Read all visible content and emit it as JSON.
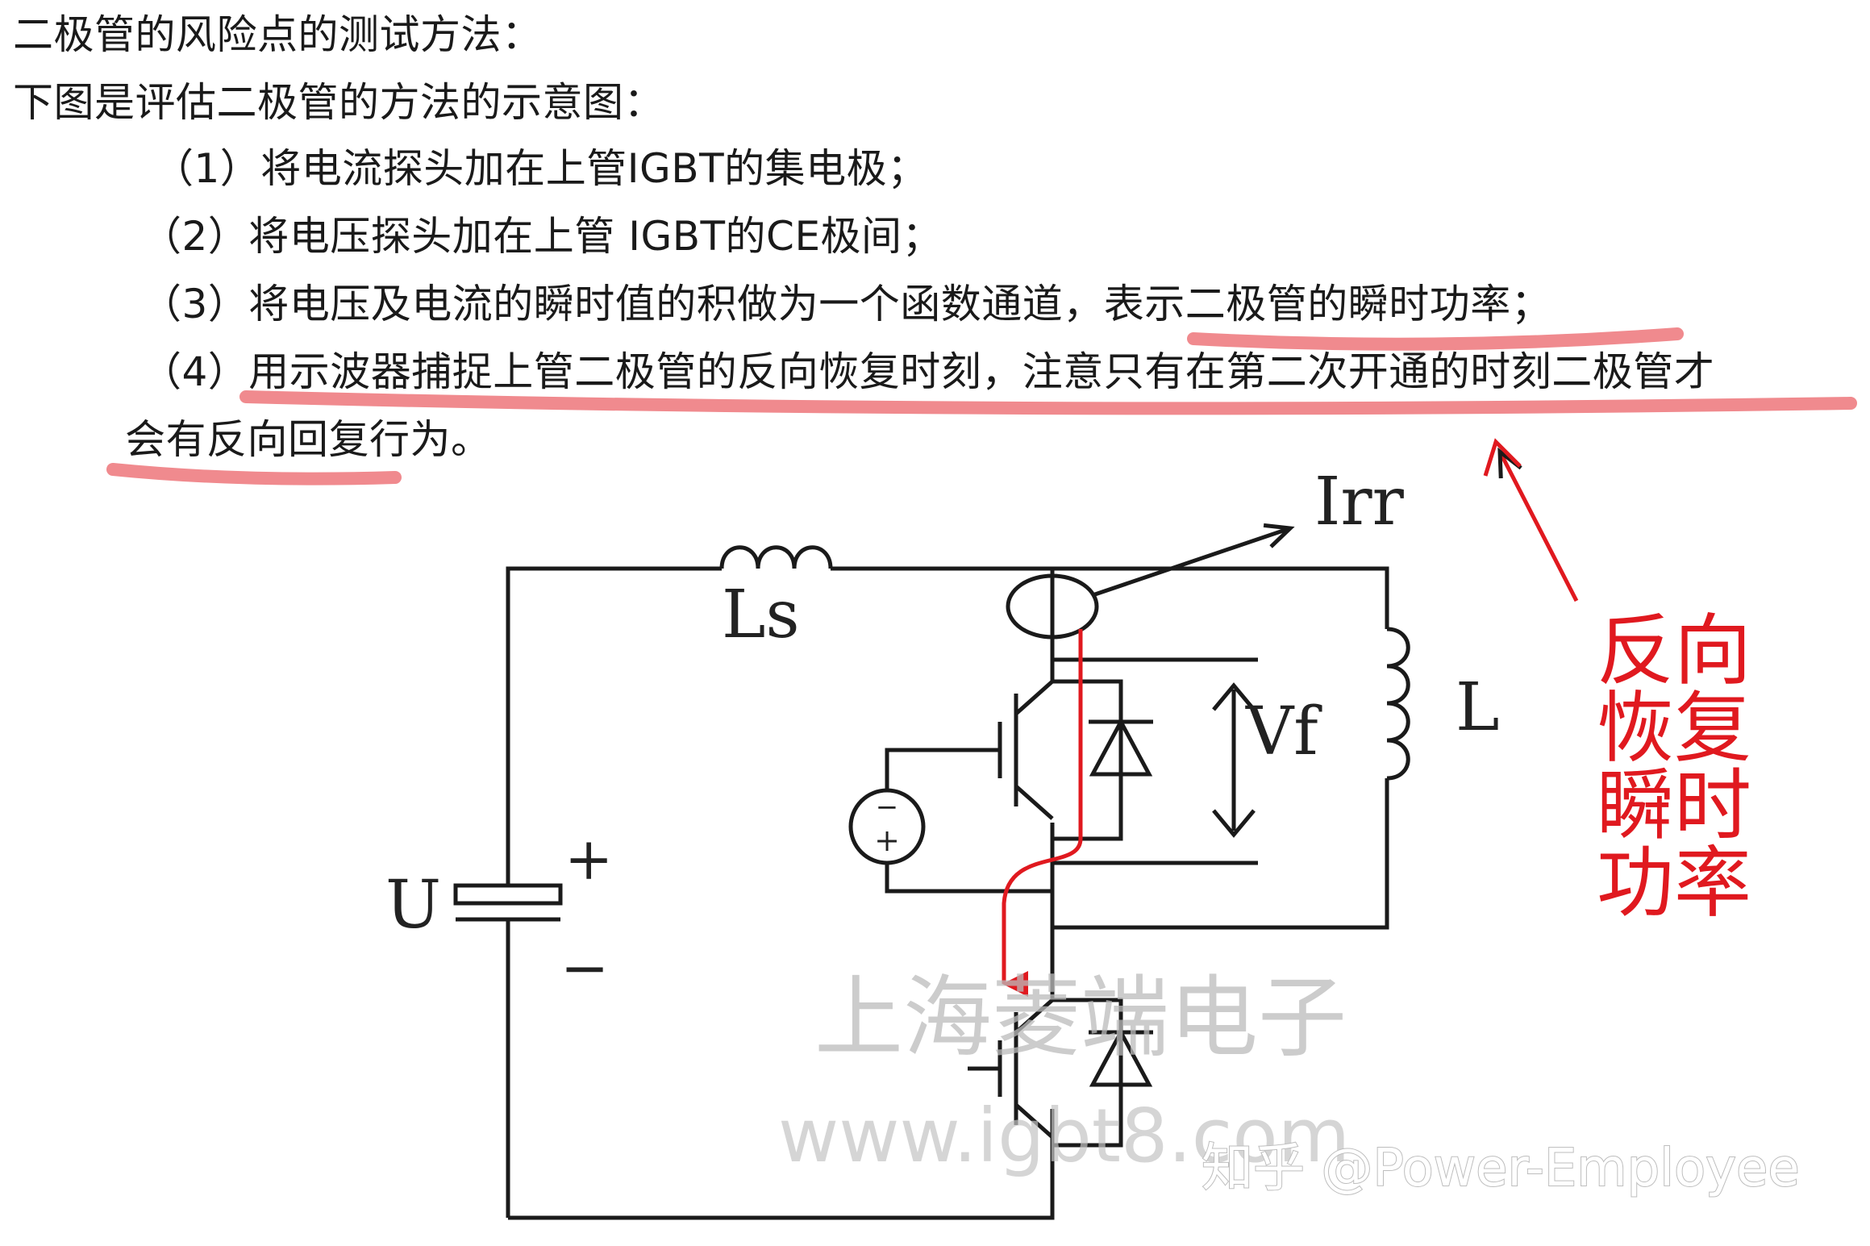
{
  "text": {
    "title": "二极管的风险点的测试方法：",
    "intro": "下图是评估二极管的方法的示意图：",
    "step1": "（1）将电流探头加在上管IGBT的集电极；",
    "step2": "（2）将电压探头加在上管 IGBT的CE极间；",
    "step3": "（3）将电压及电流的瞬时值的积做为一个函数通道，表示二极管的瞬时功率；",
    "step4_line1": "（4）用示波器捕捉上管二极管的反向恢复时刻，注意只有在第二次开通的时刻二极管才",
    "step4_line2": "会有反向回复行为。"
  },
  "diagram": {
    "label_irr": "Irr",
    "label_ls": "Ls",
    "label_l": "L",
    "label_vf": "Vf",
    "label_u": "U",
    "label_plus": "+",
    "label_minus": "−",
    "source_plus": "+",
    "source_minus": "−",
    "annotation_lines": [
      "反向",
      "恢复",
      "瞬时",
      "功率"
    ],
    "watermark_cn": "上海菱端电子",
    "watermark_url": "www.igbt8.com",
    "credit": "知乎 @Power-Employee"
  },
  "colors": {
    "highlight_underline": "#f08a8e",
    "annotation_red": "#e0191f",
    "circuit_line": "#1a1a1a",
    "current_path": "#e0191f"
  }
}
